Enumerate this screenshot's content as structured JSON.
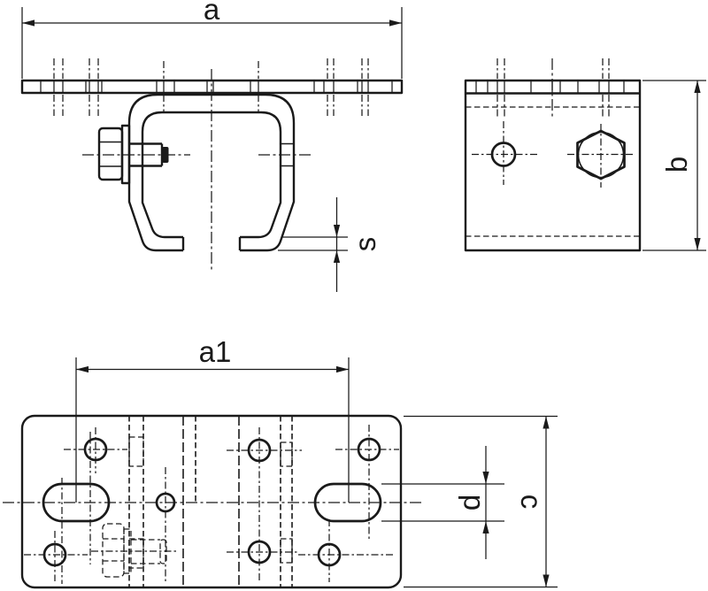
{
  "drawing": {
    "description": "technical drawing of C-rail ceiling mount bracket, three orthographic views",
    "dimension_labels": {
      "a": "a",
      "a1": "a1",
      "b": "b",
      "c": "c",
      "d": "d",
      "s": "s"
    },
    "colors": {
      "line": "#1a1a1a",
      "background": "#ffffff"
    }
  }
}
